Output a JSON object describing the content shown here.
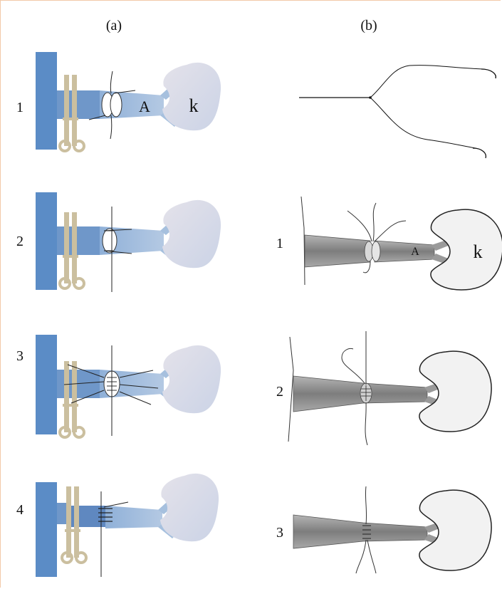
{
  "columns": {
    "a": "(a)",
    "b": "(b)"
  },
  "left_steps": [
    "1",
    "2",
    "3",
    "4"
  ],
  "right_steps": [
    "1",
    "2",
    "3"
  ],
  "labels": {
    "artery": "A",
    "kidney": "k",
    "artery_b": "A",
    "kidney_b": "k"
  },
  "colors": {
    "frame": "#f2c9a8",
    "clamp": "#5b8cc6",
    "vessel": "#a6c0de",
    "vessel_dark": "#6f97c9",
    "kidney": "#d8dcea",
    "forceps": "#cbbf9f",
    "sketch_vessel": "#8c8c8c",
    "ink": "#222222"
  }
}
